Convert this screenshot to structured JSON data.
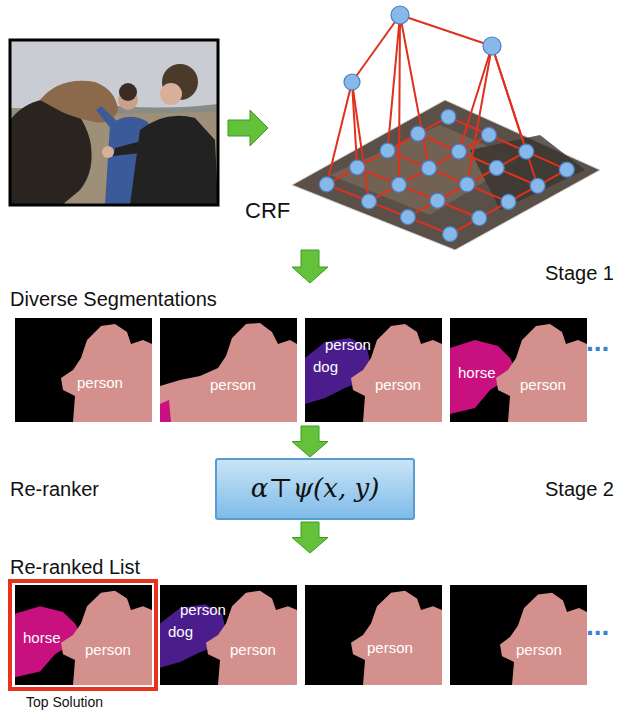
{
  "diagram": {
    "nodes": [
      {
        "text": [
          "CRF"
        ]
      },
      {
        "text": [
          "Diverse Segmentations"
        ]
      },
      {
        "text": [
          "person"
        ],
        "in": 1
      },
      {
        "text": [
          "person"
        ],
        "in": 1
      },
      {
        "text": [
          "person",
          "dog",
          "person"
        ],
        "in": 1
      },
      {
        "text": [
          "horse",
          "person"
        ],
        "in": 1
      },
      {
        "text": [
          "α⊤ψ(x, y)"
        ]
      },
      {
        "text": [
          "Re-ranked List"
        ]
      },
      {
        "text": [
          "horse",
          "person"
        ],
        "in": 7
      },
      {
        "text": [
          "person",
          "dog",
          "person"
        ],
        "in": 7
      },
      {
        "text": [
          "person"
        ],
        "in": 7
      },
      {
        "text": [
          "person"
        ],
        "in": 7
      }
    ],
    "edges": [
      {
        "from": 0,
        "to": 1,
        "arrow": "to"
      },
      {
        "from": 1,
        "to": 6,
        "arrow": "to"
      },
      {
        "from": 6,
        "to": 7,
        "arrow": "to"
      }
    ],
    "labels": [
      "Stage 1",
      "Re-ranker",
      "Stage 2",
      "...",
      "...",
      "Top Solution"
    ]
  }
}
